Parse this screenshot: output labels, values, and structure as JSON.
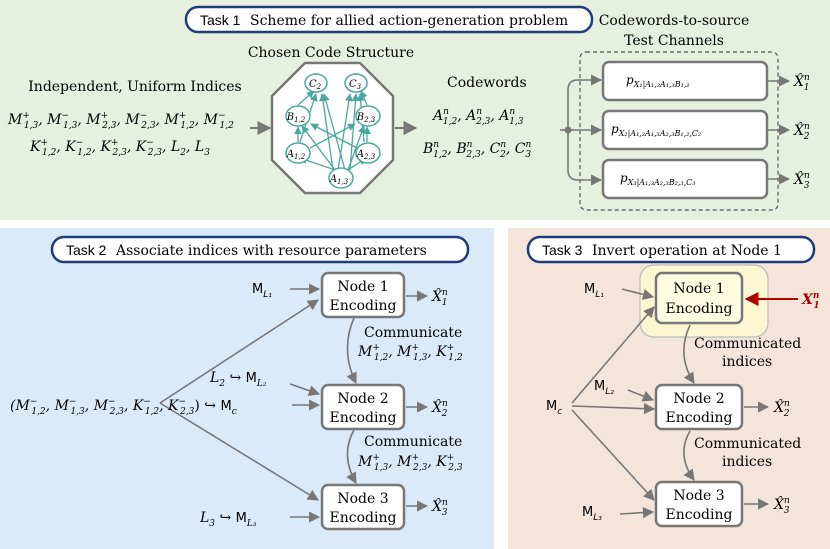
{
  "task1": {
    "tag": "Task 1",
    "title": "Scheme for allied action-generation problem",
    "indices_heading": "Independent, Uniform Indices",
    "code_heading": "Chosen Code Structure",
    "codewords_heading": "Codewords",
    "channels_heading_line1": "Codewords-to-source",
    "channels_heading_line2": "Test Channels",
    "code_nodes": [
      "C2",
      "C3",
      "B1,2",
      "B2,3",
      "A1,2",
      "A2,3",
      "A1,3"
    ],
    "channels": [
      "p X1 | A1,2 A1,3 B1,2",
      "p X2 | A1,2 A1,3 A2,3 B1,2, C2",
      "p X3 | A1,3 A2,3 B2,3, C3"
    ],
    "outputs": [
      "X̂1^n",
      "X̂2^n",
      "X̂3^n"
    ]
  },
  "task2": {
    "tag": "Task 2",
    "title": "Associate indices with resource parameters",
    "nodes": [
      "Node 1",
      "Node 2",
      "Node 3"
    ],
    "node_sub": "Encoding",
    "communicate": "Communicate"
  },
  "task3": {
    "tag": "Task 3",
    "title": "Invert operation at Node 1",
    "nodes": [
      "Node 1",
      "Node 2",
      "Node 3"
    ],
    "node_sub": "Encoding",
    "communicated_line1": "Communicated",
    "communicated_line2": "indices"
  },
  "colors": {
    "panel1_bg": "#e5f0df",
    "panel2_bg": "#daeaf9",
    "panel3_bg": "#f5e4da",
    "tag_border": "#1f3c7a",
    "teal": "#4aa8a0",
    "red": "#b00000",
    "node_highlight": "#fbf7d2"
  }
}
